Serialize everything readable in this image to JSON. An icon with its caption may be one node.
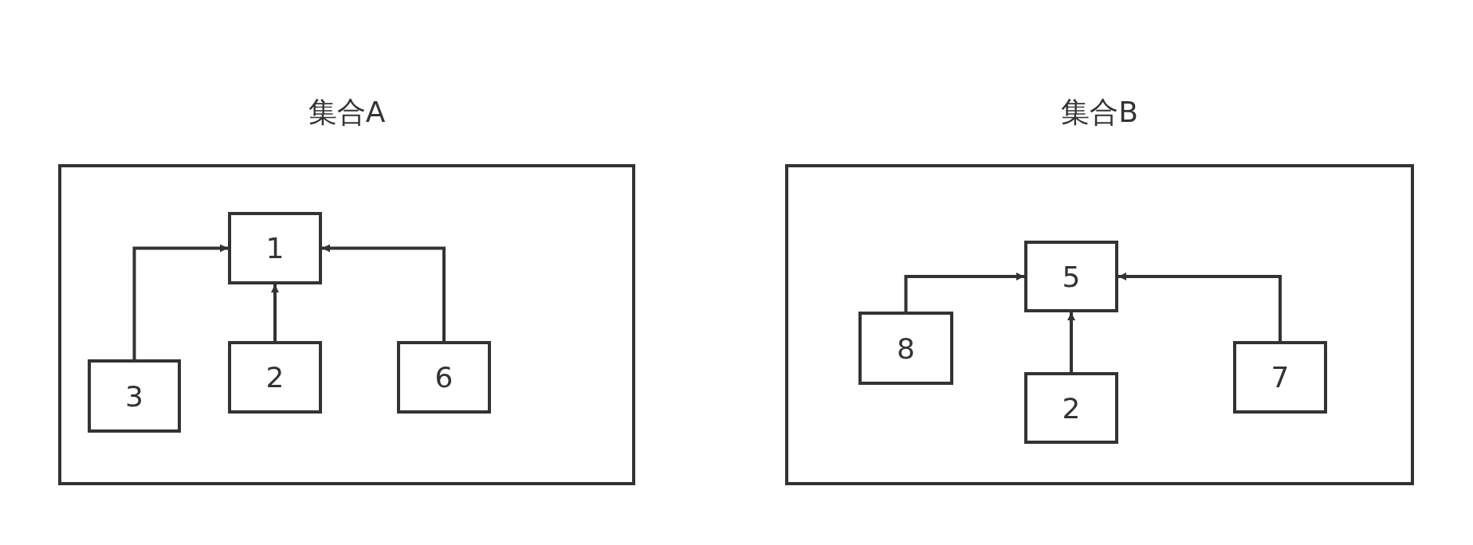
{
  "diagram": {
    "nodes": [
      {
        "text": [
          "集合A"
        ]
      },
      {
        "text": [
          "1"
        ],
        "in": 0
      },
      {
        "text": [
          "2"
        ],
        "in": 0
      },
      {
        "text": [
          "6"
        ],
        "in": 0
      },
      {
        "text": [
          "3"
        ],
        "in": 0
      },
      {
        "text": [
          "集合B"
        ]
      },
      {
        "text": [
          "5"
        ],
        "in": 5
      },
      {
        "text": [
          "8"
        ],
        "in": 5
      },
      {
        "text": [
          "2"
        ],
        "in": 5
      },
      {
        "text": [
          "7"
        ],
        "in": 5
      }
    ],
    "edges": [
      {
        "from": 4,
        "to": 1,
        "arrow": "to"
      },
      {
        "from": 2,
        "to": 1,
        "arrow": "to"
      },
      {
        "from": 3,
        "to": 1,
        "arrow": "to"
      },
      {
        "from": 7,
        "to": 6,
        "arrow": "to"
      },
      {
        "from": 8,
        "to": 6,
        "arrow": "to"
      },
      {
        "from": 9,
        "to": 6,
        "arrow": "to"
      }
    ]
  }
}
